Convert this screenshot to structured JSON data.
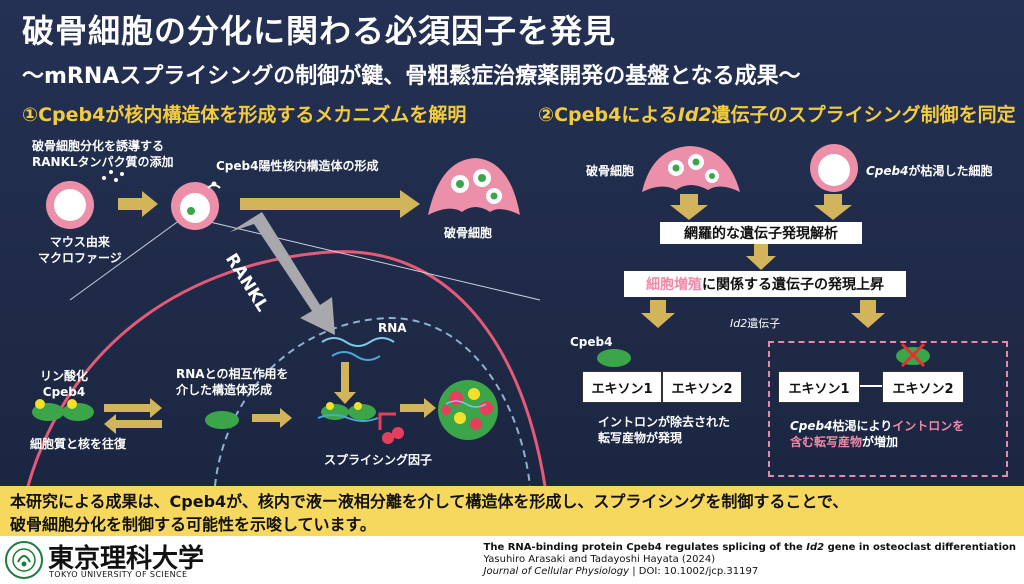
{
  "title": "破骨細胞の分化に関わる必須因子を発見",
  "subtitle": "〜mRNAスプライシングの制御が鍵、骨粗鬆症治療薬開発の基盤となる成果〜",
  "section1": {
    "heading": "①Cpeb4が核内構造体を形成するメカニズムを解明",
    "rankl_note_line1": "破骨細胞分化を誘導する",
    "rankl_note_line2": "RANKLタンパク質の添加",
    "macrophage_line1": "マウス由来",
    "macrophage_line2": "マクロファージ",
    "body_formation": "Cpeb4陽性核内構造体の形成",
    "osteoclast": "破骨細胞",
    "rankl_arrow": "RANKL",
    "rna": "RNA",
    "phospho_line1": "リン酸化",
    "phospho_line2": "Cpeb4",
    "interaction_line1": "RNAとの相互作用を",
    "interaction_line2": "介した構造体形成",
    "shuttle": "細胞質と核を往復",
    "splicing_factor": "スプライシング因子"
  },
  "section2": {
    "heading_pre": "②Cpeb4による",
    "heading_gene": "Id2",
    "heading_post": "遺伝子のスプライシング制御を同定",
    "osteoclast": "破骨細胞",
    "depleted_gene": "Cpeb4",
    "depleted_rest": "が枯渇した細胞",
    "analysis": "網羅的な遺伝子発現解析",
    "upreg_pink": "細胞増殖",
    "upreg_rest": "に関係する遺伝子の発現上昇",
    "id2_gene": "Id2",
    "id2_rest": "遺伝子",
    "cpeb4": "Cpeb4",
    "exon1": "エキソン1",
    "exon2": "エキソン2",
    "result_left_line1": "イントロンが除去された",
    "result_left_line2": "転写産物が発現",
    "result_right_a": "Cpeb4",
    "result_right_b": "枯渇により",
    "result_right_c": "イントロンを",
    "result_right_d": "含む転写産物",
    "result_right_e": "が増加"
  },
  "banner": {
    "line1": "本研究による成果は、Cpeb4が、核内で液ー液相分離を介して構造体を形成し、スプライシングを制御することで、",
    "line2": "破骨細胞分化を制御する可能性を示唆しています。"
  },
  "logo": {
    "name_jp": "東京理科大学",
    "name_en": "TOKYO UNIVERSITY OF SCIENCE"
  },
  "reference": {
    "title_pre": "The RNA-binding protein Cpeb4 regulates splicing of the ",
    "title_gene": "Id2",
    "title_post": " gene in osteoclast differentiation",
    "authors": "Yasuhiro Arasaki and Tadayoshi Hayata (2024)",
    "journal": "Journal of Cellular Physiology",
    "doi": " | DOI: 10.1002/jcp.31197"
  },
  "colors": {
    "background": "#222e4e",
    "accent_yellow": "#f3cb3e",
    "banner": "#f6d85e",
    "cell_pink": "#ec8fa8",
    "arrow_gold": "#d2b45a",
    "green": "#3ca54a",
    "nucleus_dash": "#8fb2d4"
  }
}
